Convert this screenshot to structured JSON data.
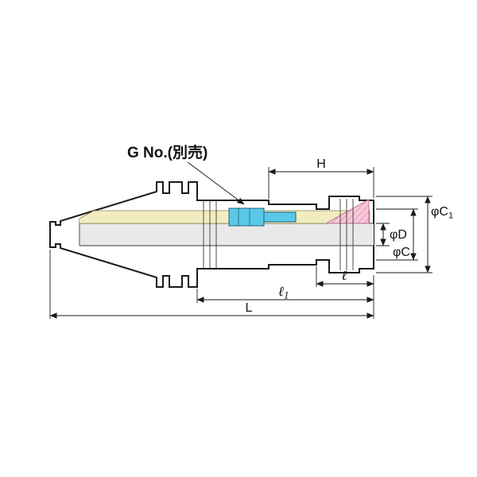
{
  "drawing": {
    "callout": {
      "text": "G No.(別売)"
    },
    "dimensions": {
      "h": "H",
      "phi_c1": {
        "base": "φC",
        "sub": "1"
      },
      "phi_d": "φD",
      "phi_c": "φC",
      "ell": "ℓ",
      "ell1": {
        "base": "ℓ",
        "sub": "1"
      },
      "l": "L"
    },
    "colors": {
      "outline": "#1a1a1a",
      "bore_highlight": "#f2edc0",
      "bore_highlight_edge": "#8a824a",
      "bore_hole": "#e9e9e9",
      "separate_part": "#5bc8e8",
      "separate_part_outline": "#17637f",
      "collet": "#f8c9da",
      "collet_outline": "#b56d8e",
      "collet_hatch": "#d98fb0"
    }
  }
}
